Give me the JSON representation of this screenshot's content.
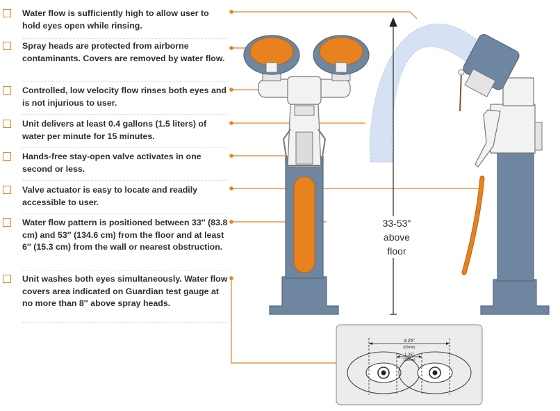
{
  "checklist": [
    "Water flow is sufficiently high to allow user to hold eyes open while rinsing.",
    "Spray heads are protected from airborne contaminants. Covers are removed by water flow.",
    "Controlled, low velocity flow rinses both eyes and is not injurious to user.",
    "Unit delivers at least 0.4 gallons (1.5 liters) of water per minute for 15 minutes.",
    "Hands-free stay-open valve activates in one second or less.",
    "Valve actuator is easy to locate and readily accessible to user.",
    "Water flow pattern is positioned between 33″ (83.8 cm) and 53″ (134.6 cm) from the floor and at least 6″ (15.3 cm) from the wall or nearest obstruction.",
    "Unit washes both eyes simultaneously. Water flow covers area indicated on Guardian test gauge at no more than 8″ above spray heads."
  ],
  "height_label": {
    "line1": "33-53\"",
    "line2": "above",
    "line3": "floor"
  },
  "gauge": {
    "outer": "3.25\"",
    "outer_mm": "(83mm)",
    "inner": "1.25\"",
    "inner_mm": "(32mm)"
  },
  "colors": {
    "accent": "#e8821e",
    "body": "#6e86a0",
    "body_dark": "#54687e",
    "white_part": "#f2f2f2",
    "water": "#d6e2f4"
  }
}
